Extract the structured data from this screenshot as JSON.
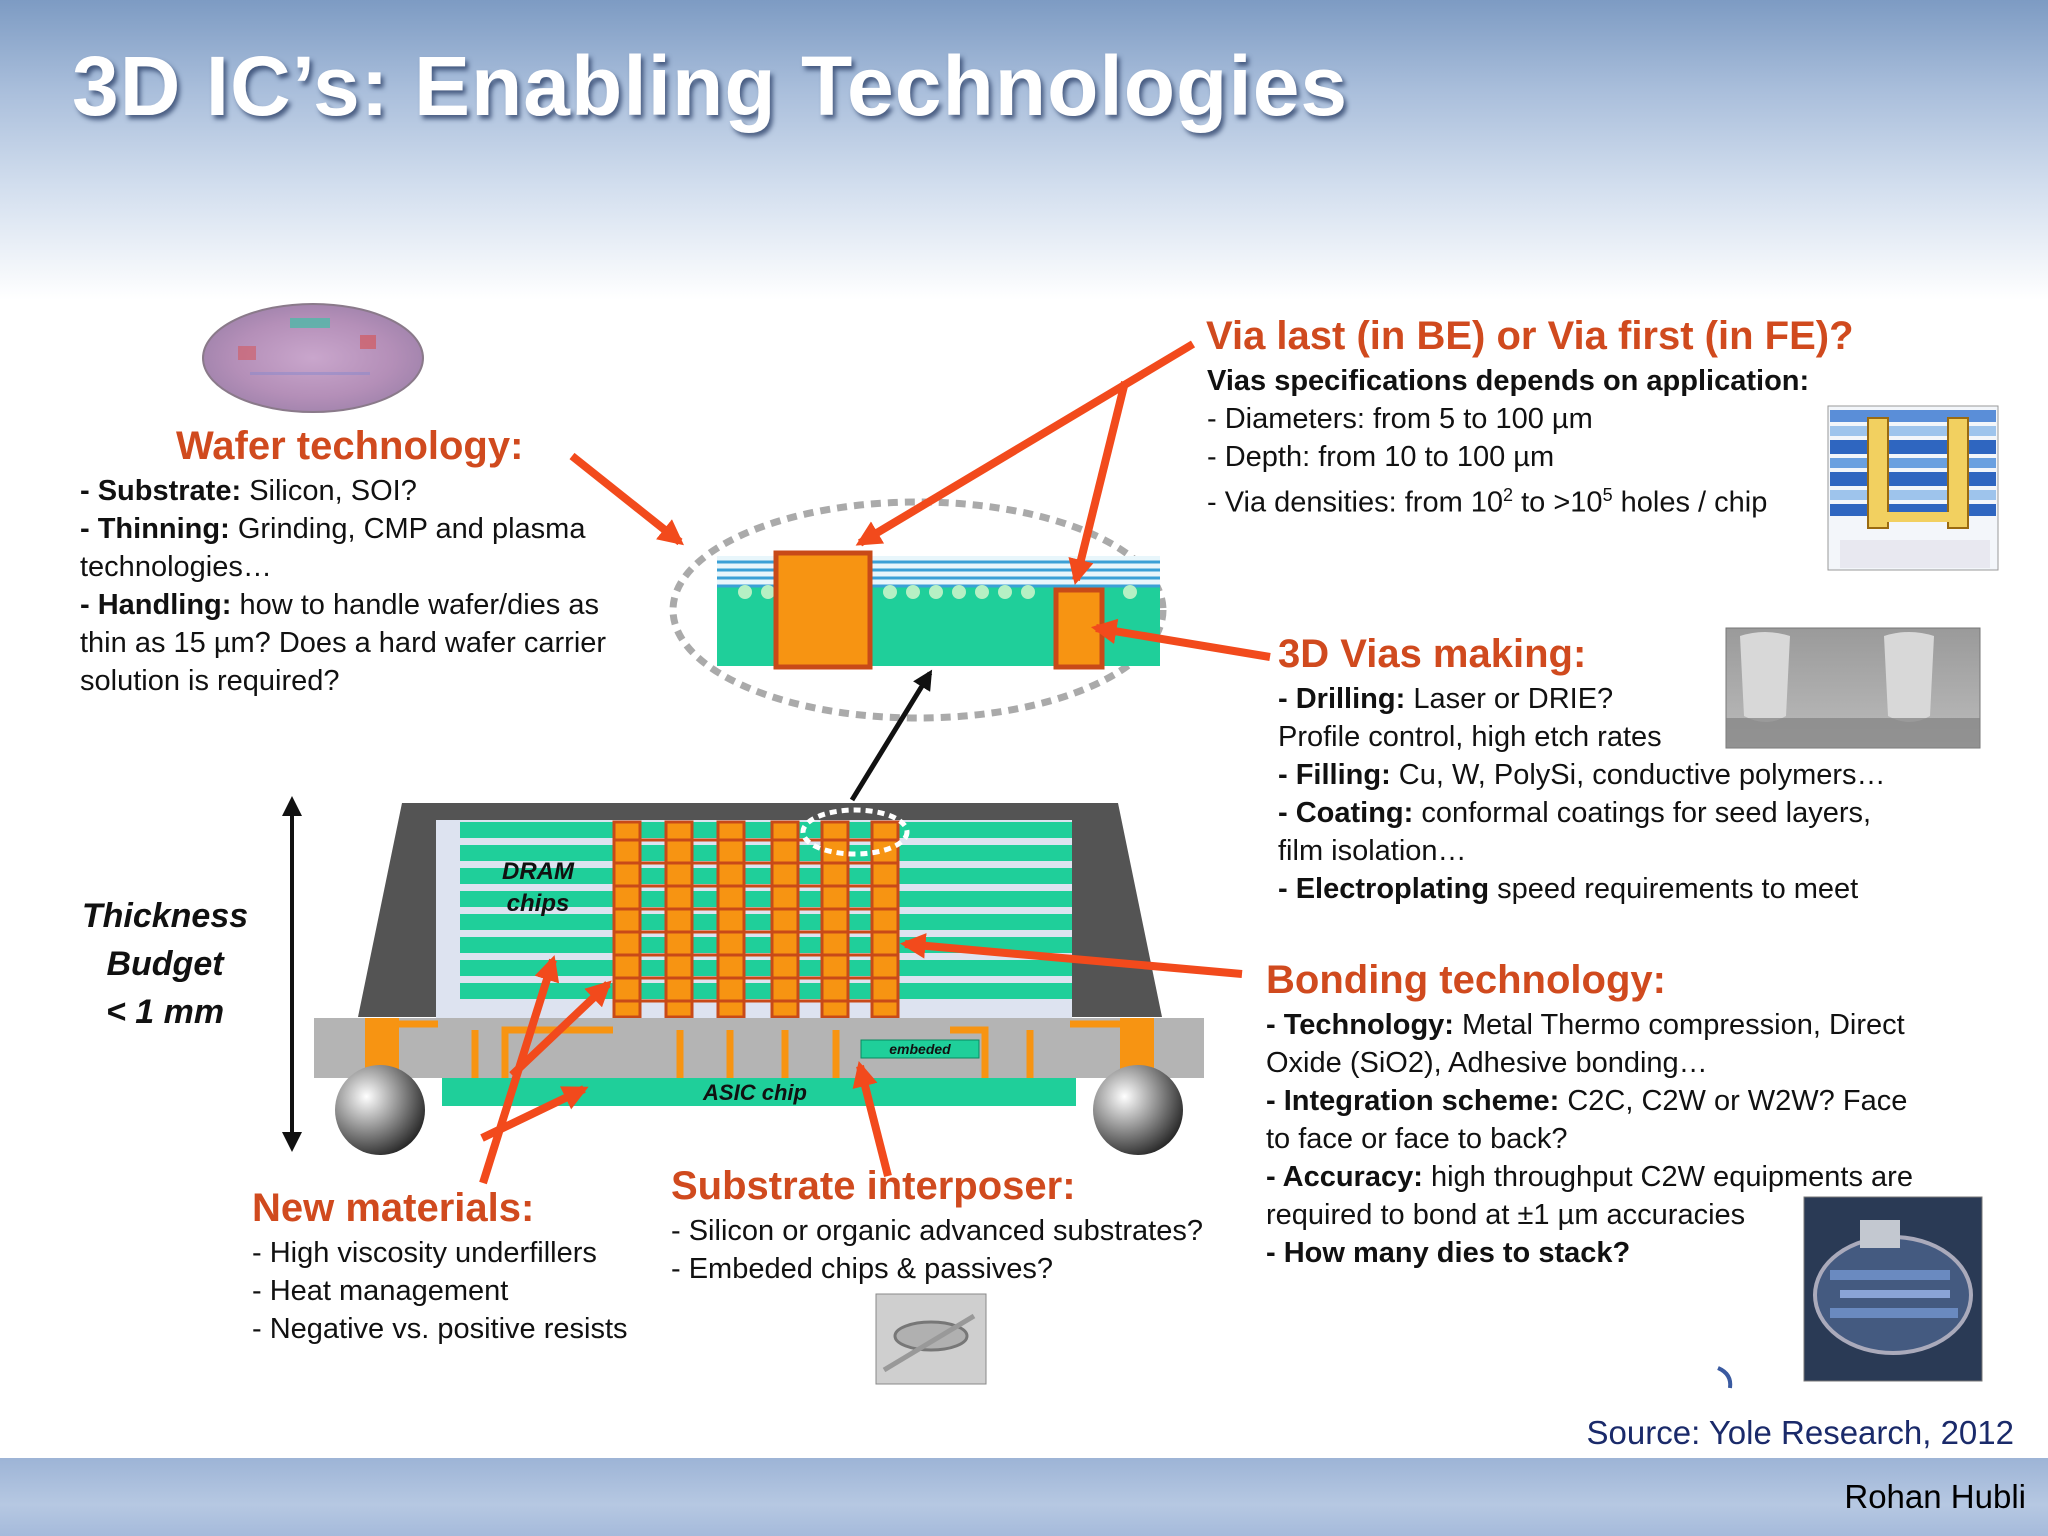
{
  "slide": {
    "title": "3D IC’s: Enabling Technologies",
    "source": "Source: Yole Research, 2012",
    "author": "Rohan Hubli"
  },
  "colors": {
    "accent_orange": "#d04a1e",
    "arrow_red": "#f24a1c",
    "teal": "#1fcf9a",
    "copper": "#f79412",
    "gray": "#b4b4b4"
  },
  "wafer": {
    "title": "Wafer technology:",
    "items": [
      {
        "label": "- Substrate:",
        "text": " Silicon, SOI?"
      },
      {
        "label": "- Thinning:",
        "text": " Grinding, CMP and plasma"
      },
      {
        "label": "",
        "text": "technologies…"
      },
      {
        "label": "- Handling:",
        "text": " how to handle wafer/dies as"
      },
      {
        "label": "",
        "text": "thin as 15 µm? Does a hard wafer carrier"
      },
      {
        "label": "",
        "text": "solution is required?"
      }
    ]
  },
  "via": {
    "title": "Via last (in BE) or Via first (in FE)?",
    "subtitle": "Vias specifications depends on application:",
    "items": [
      "- Diameters: from 5 to 100 µm",
      "- Depth: from 10 to 100 µm"
    ],
    "density": {
      "pre": "- Via densities: from 10",
      "exp1": "2",
      "mid": " to >10",
      "exp2": "5",
      "post": " holes / chip"
    }
  },
  "vias_making": {
    "title": "3D Vias making:",
    "items": [
      {
        "label": "- Drilling:",
        "text": " Laser or DRIE?"
      },
      {
        "label": "",
        "text": "Profile control, high etch rates"
      },
      {
        "label": "- Filling:",
        "text": " Cu, W, PolySi, conductive polymers…"
      },
      {
        "label": "- Coating:",
        "text": " conformal coatings for seed layers,"
      },
      {
        "label": "",
        "text": "film isolation…"
      },
      {
        "label": "- Electroplating",
        "text": " speed requirements to meet"
      }
    ]
  },
  "bonding": {
    "title": "Bonding technology:",
    "items": [
      {
        "label": "- Technology:",
        "text": " Metal Thermo compression, Direct"
      },
      {
        "label": "",
        "text": "Oxide (SiO2), Adhesive bonding…"
      },
      {
        "label": "- Integration scheme:",
        "text": " C2C, C2W or W2W? Face"
      },
      {
        "label": "",
        "text": "to face or face to back?"
      },
      {
        "label": "- Accuracy:",
        "text": " high throughput C2W equipments are"
      },
      {
        "label": "",
        "text": "required to bond at ±1 µm accuracies"
      },
      {
        "label": "- How many dies to stack?",
        "text": ""
      }
    ]
  },
  "materials": {
    "title": "New materials:",
    "items": [
      "- High viscosity underfillers",
      "- Heat management",
      "- Negative vs. positive resists"
    ]
  },
  "interposer": {
    "title": "Substrate interposer:",
    "items": [
      "- Silicon or organic advanced substrates?",
      "- Embeded chips & passives?"
    ]
  },
  "thickness": {
    "line1": "Thickness",
    "line2": "Budget",
    "line3": "< 1 mm"
  },
  "diagram": {
    "dram_label_1": "DRAM",
    "dram_label_2": "chips",
    "asic_label": "ASIC chip",
    "embeded_label": "embeded"
  }
}
